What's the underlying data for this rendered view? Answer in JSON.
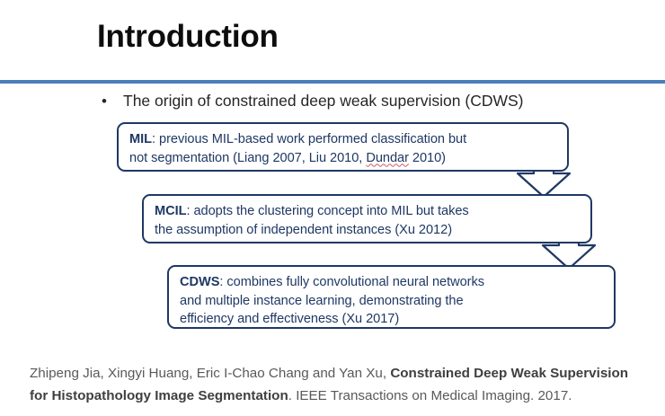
{
  "slide": {
    "title": "Introduction",
    "accent_color": "#4a7ebb",
    "box_color": "#1f3864",
    "title_color": "#0d0d0d",
    "body_color": "#262626",
    "citation_color": "#595959"
  },
  "bullet": {
    "marker": "•",
    "text": "The origin of constrained deep weak supervision (CDWS)"
  },
  "flow": {
    "boxes": [
      {
        "id": "mil",
        "tag": "MIL",
        "separator": ": ",
        "line1_rest": "previous MIL-based work performed classification but",
        "line2_pre": "not segmentation (Liang 2007, Liu  2010, ",
        "line2_misspelled": "Dundar",
        "line2_post": " 2010)"
      },
      {
        "id": "mcil",
        "tag": "MCIL",
        "separator": ": ",
        "line1_rest": "adopts the clustering concept into MIL but takes",
        "line2": "the assumption of independent instances (Xu 2012)"
      },
      {
        "id": "cdws",
        "tag": "CDWS",
        "separator": ": ",
        "line1_rest": "combines fully convolutional neural networks",
        "line2": "and multiple instance learning, demonstrating the",
        "line3": "efficiency and effectiveness  (Xu 2017)"
      }
    ],
    "arrows": [
      {
        "id": "arrow-1",
        "direction": "down"
      },
      {
        "id": "arrow-2",
        "direction": "down"
      }
    ]
  },
  "citation": {
    "authors": "Zhipeng Jia, Xingyi Huang, Eric I-Chao Chang and Yan Xu, ",
    "paper_title": "Constrained Deep Weak Supervision for Histopathology Image Segmentation",
    "venue": ". IEEE Transactions on Medical Imaging. 2017."
  }
}
